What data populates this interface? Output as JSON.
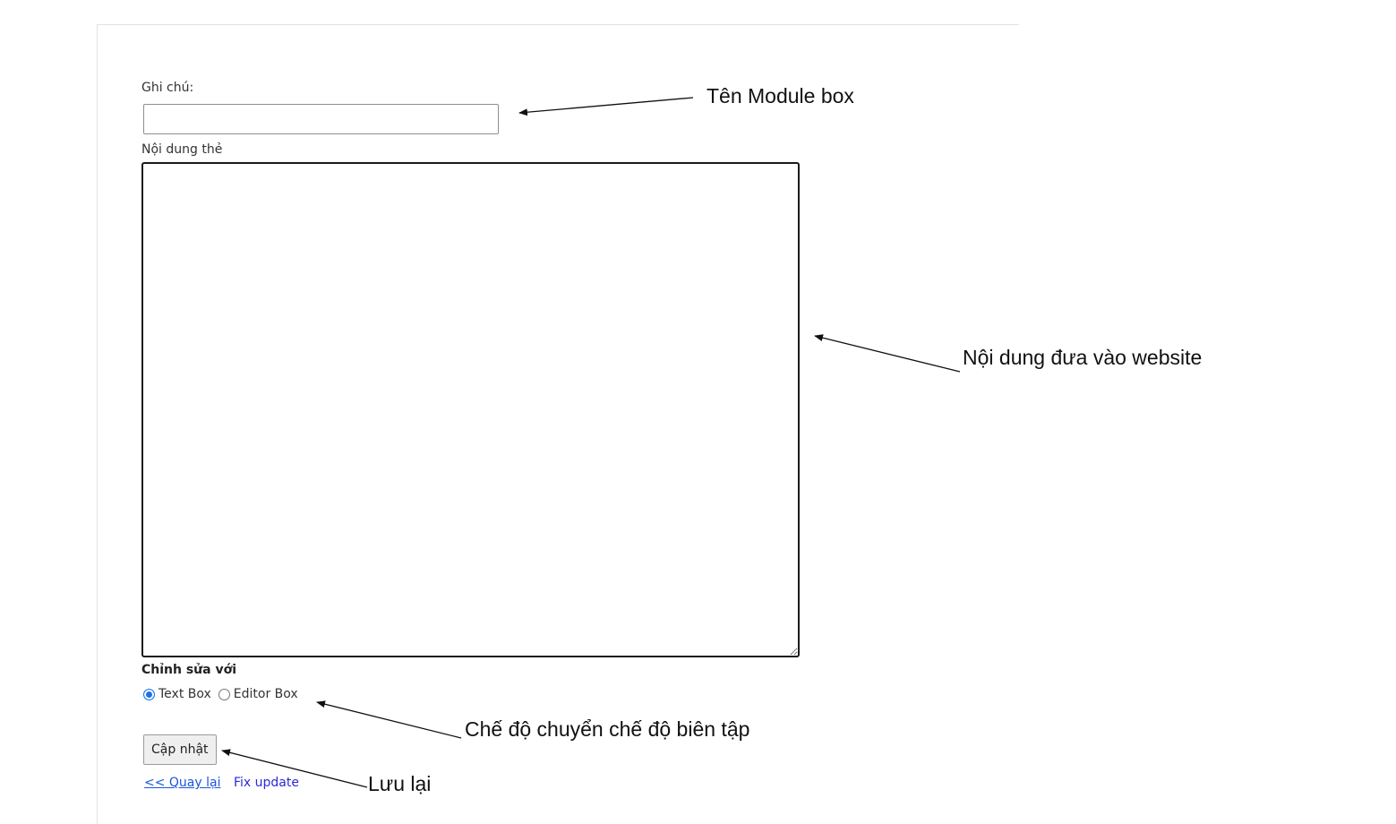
{
  "form": {
    "note_label": "Ghi chú:",
    "note_value": "",
    "content_label": "Nội dung thẻ",
    "content_value": "",
    "edit_with_label": "Chỉnh sửa với",
    "edit_modes": [
      {
        "label": "Text Box",
        "checked": true
      },
      {
        "label": "Editor Box",
        "checked": false
      }
    ],
    "update_button": "Cập nhật",
    "back_link": "<< Quay lại",
    "fix_link": "Fix update"
  },
  "annotations": {
    "module_name": "Tên Module box",
    "website_content": "Nội dung đưa vào website",
    "edit_mode": "Chế độ chuyển chế độ biên tập",
    "save": "Lưu lại"
  }
}
